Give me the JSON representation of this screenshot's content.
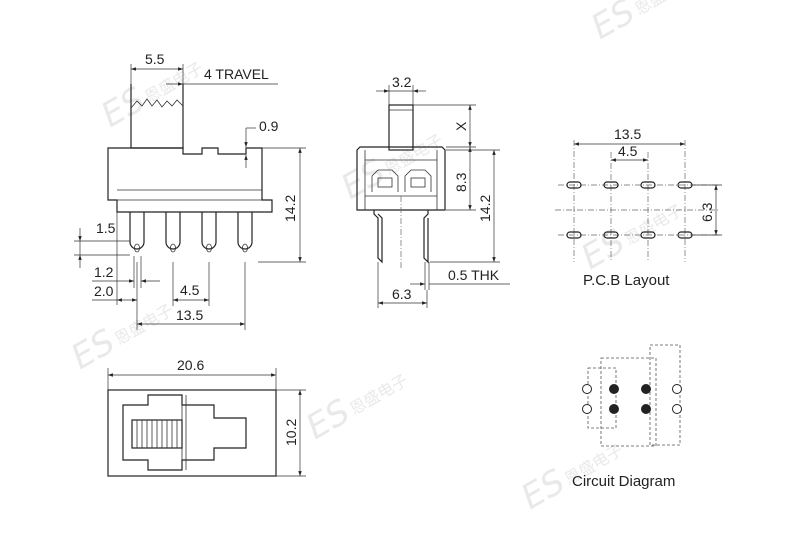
{
  "watermark": {
    "latin": "ES",
    "chinese": "恩盛电子"
  },
  "side_view": {
    "dim_top_width": "5.5",
    "travel": "4 TRAVEL",
    "dim_small": "0.9",
    "dim_height": "14.2",
    "dim_pin_dia": "1.5",
    "dim_hole": "1.2",
    "dim_offset": "2.0",
    "dim_pitch": "4.5",
    "dim_total": "13.5"
  },
  "end_view": {
    "dim_actuator": "3.2",
    "dim_x": "X",
    "dim_body": "8.3",
    "dim_height": "14.2",
    "dim_thk": "0.5 THK",
    "dim_span": "6.3"
  },
  "pcb": {
    "title": "P.C.B Layout",
    "dim_total": "13.5",
    "dim_pitch": "4.5",
    "dim_row": "6.3"
  },
  "top_view": {
    "dim_width": "20.6",
    "dim_height": "10.2"
  },
  "circuit": {
    "title": "Circuit Diagram"
  }
}
